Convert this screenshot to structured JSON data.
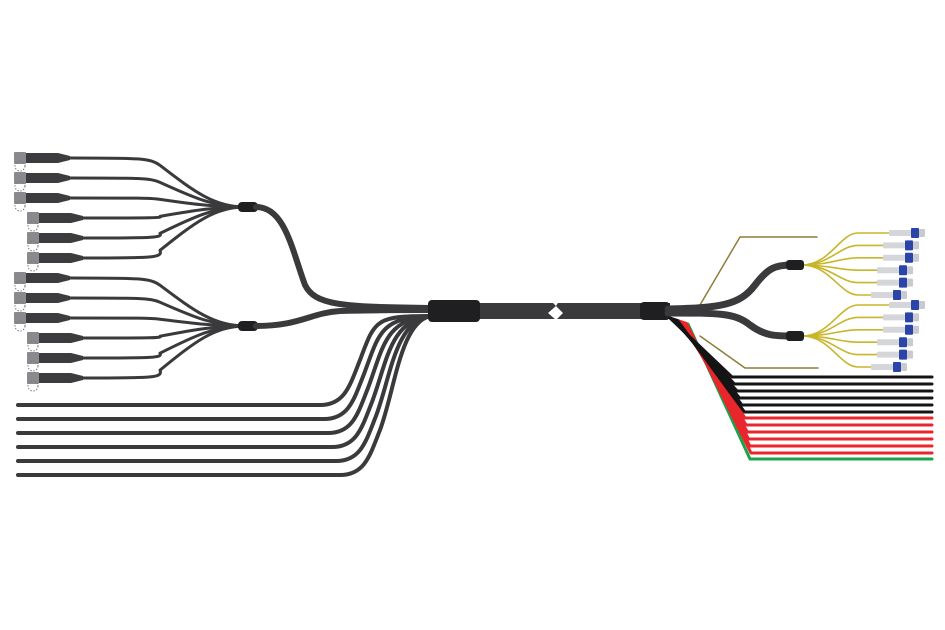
{
  "colors": {
    "cable": "#3a3a3c",
    "boot": "#1f1f21",
    "fiber": "#c9b52a",
    "olive": "#8f7d3a",
    "connector_blue": "#2a44a8",
    "ferrule": "#d4d6da",
    "black_wire": "#141414",
    "red_wire": "#e8262b",
    "green_wire": "#1aa34a"
  },
  "counts": {
    "left_connectors_per_group": 6,
    "left_flat_cables": 6,
    "fiber_connectors_per_group": 6,
    "black_wires": 6,
    "red_wires": 6,
    "green_wires": 1
  }
}
